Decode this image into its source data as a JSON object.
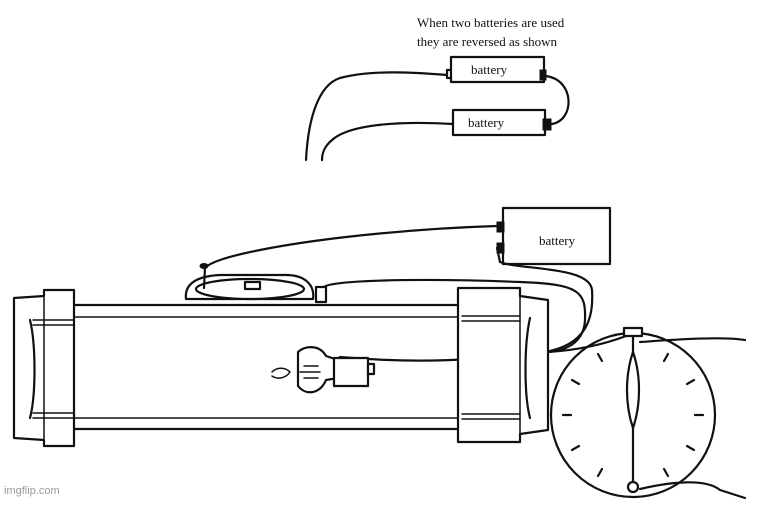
{
  "caption": {
    "line1": "When two batteries are used",
    "line2": "they are reversed as shown"
  },
  "batteries": {
    "inset_top": "battery",
    "inset_bottom": "battery",
    "main": "battery"
  },
  "watermark": "imgflip.com",
  "icons": {
    "clock": "clock-face-icon",
    "bomb": "pipe-bomb-icon"
  }
}
